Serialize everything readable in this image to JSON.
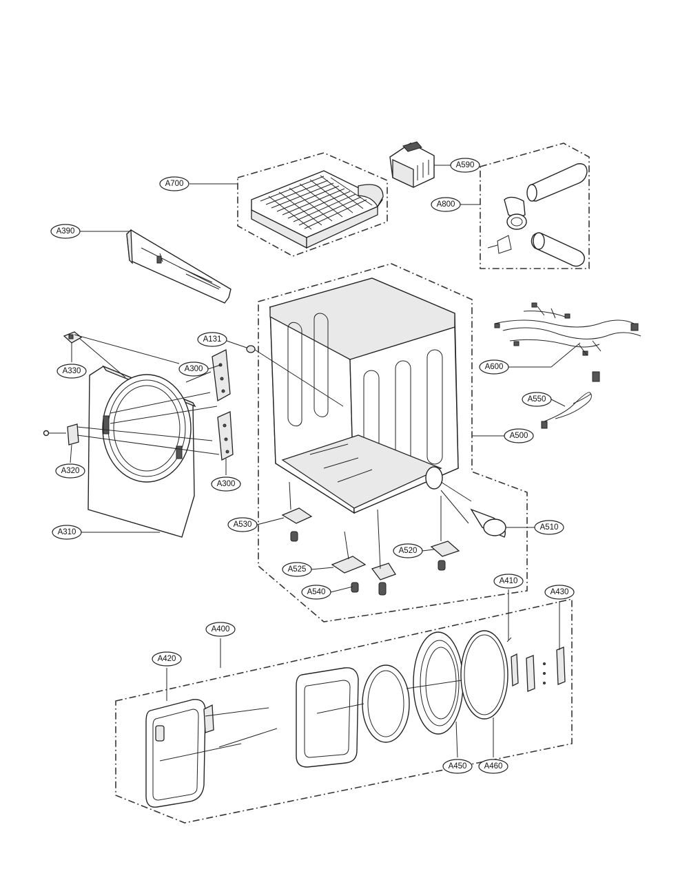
{
  "callouts": {
    "A700": "A700",
    "A590": "A590",
    "A800": "A800",
    "A390": "A390",
    "A131": "A131",
    "A330": "A330",
    "A300_top": "A300",
    "A300_bottom": "A300",
    "A320": "A320",
    "A310": "A310",
    "A600": "A600",
    "A550": "A550",
    "A500": "A500",
    "A510": "A510",
    "A530": "A530",
    "A520": "A520",
    "A525": "A525",
    "A540": "A540",
    "A410": "A410",
    "A430": "A430",
    "A400": "A400",
    "A420": "A420",
    "A450": "A450",
    "A460": "A460"
  }
}
